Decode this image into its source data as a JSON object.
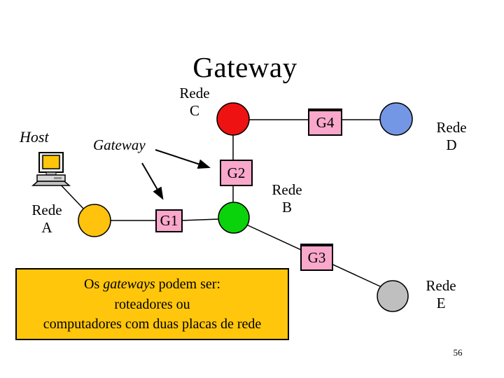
{
  "slide": {
    "title": "Gateway",
    "page_number": "56"
  },
  "labels": {
    "host": "Host",
    "gateway": "Gateway"
  },
  "networks": {
    "a": {
      "name": "Rede",
      "letter": "A",
      "color": "#FFC30D"
    },
    "b": {
      "name": "Rede",
      "letter": "B",
      "color": "#0BD30B"
    },
    "c": {
      "name": "Rede",
      "letter": "C",
      "color": "#EE1212"
    },
    "d": {
      "name": "Rede",
      "letter": "D",
      "color": "#7397E4"
    },
    "e": {
      "name": "Rede",
      "letter": "E",
      "color": "#BFBFBF"
    }
  },
  "gateways": {
    "g1": "G1",
    "g2": "G2",
    "g3": "G3",
    "g4": "G4",
    "box_color": "#F9A7CB"
  },
  "note": {
    "part1": "Os ",
    "italic_word": "gateways",
    "part2": " podem ser:",
    "line2": "roteadores ou",
    "line3": "computadores com duas placas de rede",
    "background": "#FFC60B"
  },
  "icons": {
    "host_computer": "desktop-computer-icon",
    "screen_color": "#FFC60B"
  }
}
